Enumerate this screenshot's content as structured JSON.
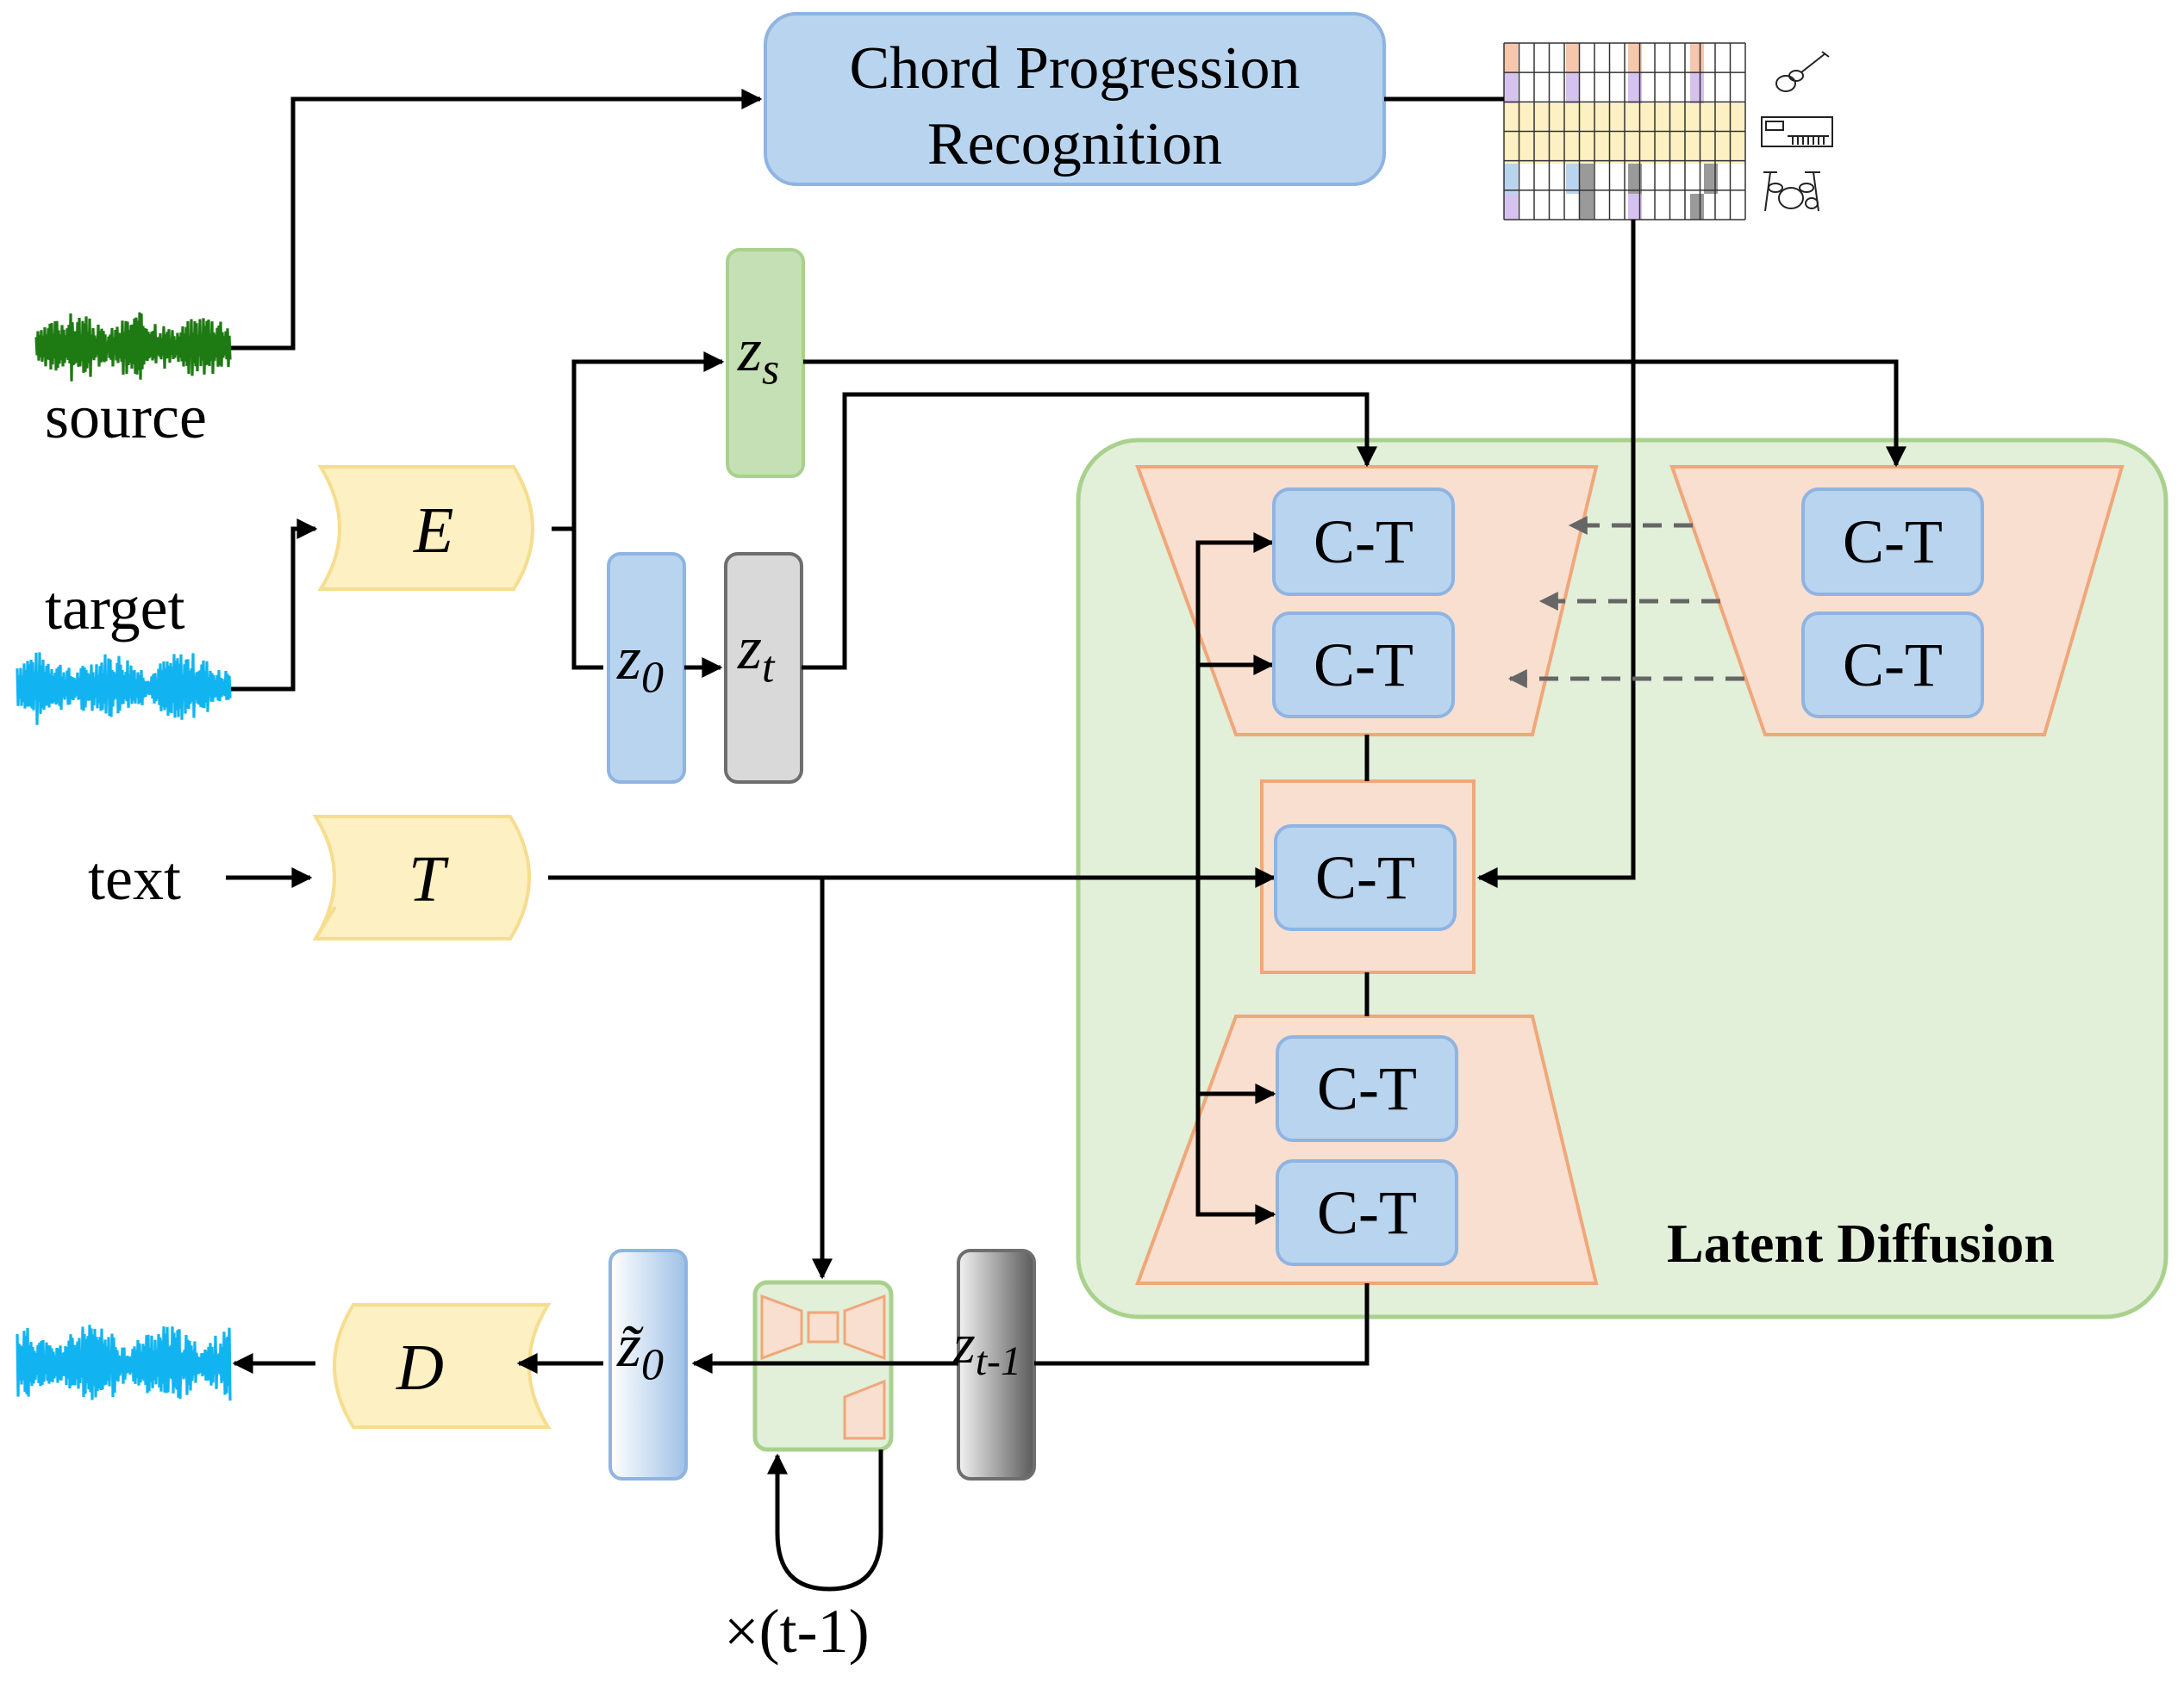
{
  "labels": {
    "source": "source",
    "target": "target",
    "text": "text",
    "encoder": "E",
    "text_encoder": "T",
    "decoder": "D",
    "chord_module": "Chord Progression Recognition",
    "latent_diffusion": "Latent Diffusion",
    "repeat": "×(t-1)",
    "ct": "C-T",
    "z": "z",
    "sub_s": "s",
    "sub_0": "0",
    "sub_t": "t",
    "sub_t1": "t-1",
    "tilde_z": "z̃"
  },
  "colors": {
    "source_wave": "#1e7a12",
    "target_wave": "#11b4f0",
    "output_wave": "#11b4f0",
    "coder_fill": "#fdf0c2",
    "coder_stroke": "#f6dd8f",
    "ct_fill": "#b9d4ee",
    "ct_stroke": "#8fb4e2",
    "unet_fill": "#f9dfcf",
    "unet_stroke": "#f0a77a",
    "diffusion_fill": "#e2efd9",
    "diffusion_stroke": "#a9d18e",
    "zs_fill": "#c5e0b4",
    "zt_fill": "#d9d9d9"
  },
  "icons": [
    "guitar-icon",
    "keyboard-icon",
    "drum-kit-icon"
  ]
}
